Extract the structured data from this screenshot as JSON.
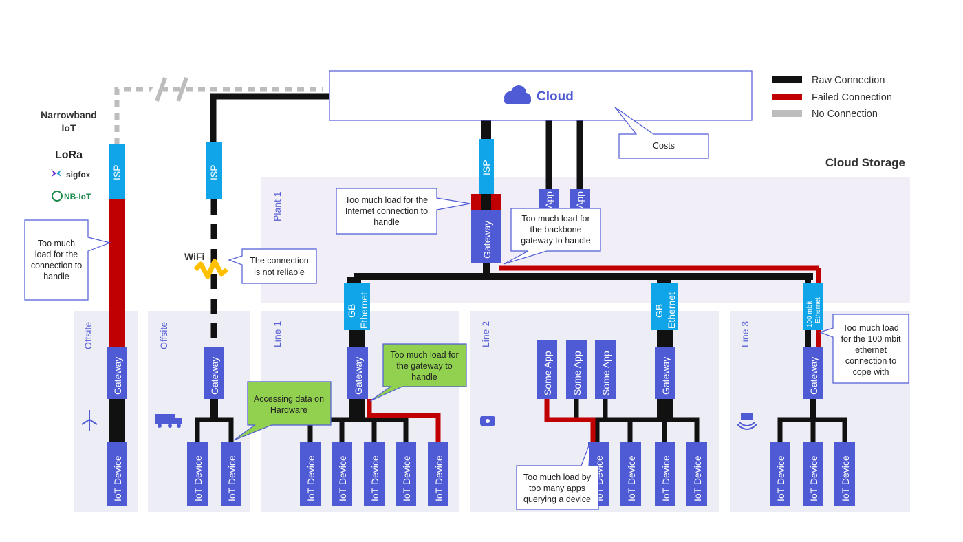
{
  "cloud": {
    "label": "Cloud",
    "storage_label": "Cloud Storage"
  },
  "legend": [
    {
      "label": "Raw Connection",
      "color": "#111111"
    },
    {
      "label": "Failed Connection",
      "color": "#c00000"
    },
    {
      "label": "No Connection",
      "color": "#bdbdbd"
    }
  ],
  "narrowband": {
    "title_line1": "Narrowband",
    "title_line2": "IoT",
    "logos": [
      "LoRa",
      "sigfox",
      "NB-IoT"
    ]
  },
  "zones": {
    "plant": "Plant 1",
    "offsite1": "Offsite",
    "offsite2": "Offsite",
    "line1": "Line 1",
    "line2": "Line 2",
    "line3": "Line 3"
  },
  "labels": {
    "isp": "ISP",
    "gateway": "Gateway",
    "iot_device": "IoT Device",
    "some_app": "Some App",
    "app_partial": "App",
    "gb_ethernet_1": "GB",
    "gb_ethernet_2": "Ethernet",
    "mbit_1": "100 mbit",
    "mbit_2": "Ethernet",
    "wifi": "WiFi"
  },
  "callouts": {
    "costs": "Costs",
    "too_much_connection": [
      "Too much",
      "load for the",
      "connection to",
      "handle"
    ],
    "unreliable": [
      "The connection",
      "is not reliable"
    ],
    "internet_load": [
      "Too much load for the",
      "Internet connection to",
      "handle"
    ],
    "backbone": [
      "Too much load for",
      "the backbone",
      "gateway to handle"
    ],
    "gateway_load": [
      "Too much load for",
      "the gateway to",
      "handle"
    ],
    "accessing": [
      "Accessing data on",
      "Hardware"
    ],
    "apps_query": [
      "Too much load by",
      "too many apps",
      "querying a device"
    ],
    "mbit_load": [
      "Too much load",
      "for the 100 mbit",
      "ethernet",
      "connection to",
      "cope with"
    ]
  }
}
